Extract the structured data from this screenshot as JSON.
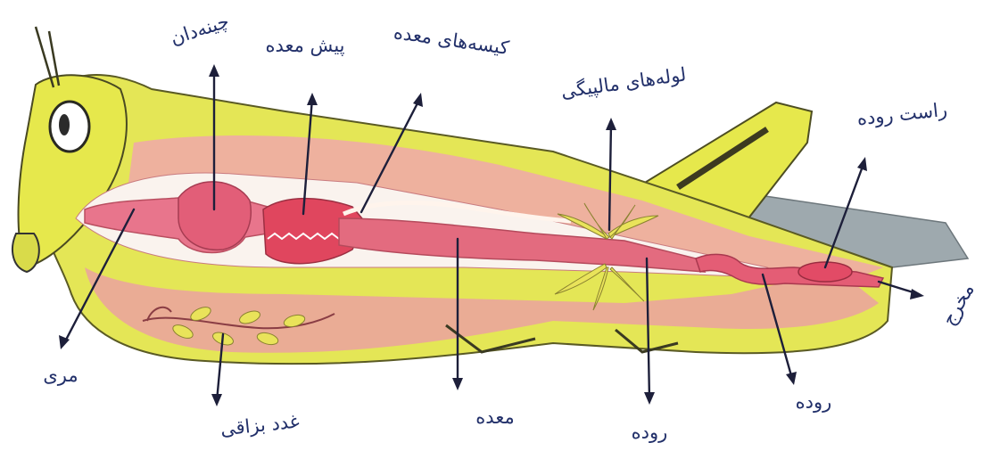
{
  "labels": {
    "crop": "چینه‌دان",
    "foregut": "پیش معده",
    "gastric_caeca": "کیسه‌های معده",
    "malpighian": "لوله‌های مالپیگی",
    "rectum": "راست روده",
    "anus": "مخرج",
    "esophagus": "مری",
    "salivary": "غدد بزاقی",
    "stomach": "معده",
    "intestine_mid": "روده",
    "intestine_hind": "روده"
  },
  "colors": {
    "body_yellow": "#e6e84c",
    "gut_pink": "#e8858f",
    "gut_dark": "#d95a6b",
    "gray_wing": "#9aa7ae",
    "ink": "#22306a"
  }
}
